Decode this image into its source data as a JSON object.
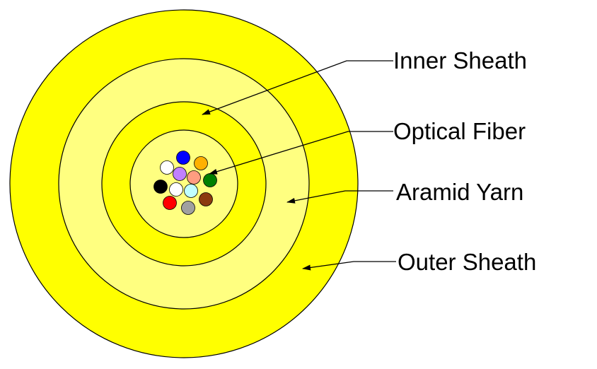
{
  "diagram": {
    "labels": {
      "inner_sheath": "Inner Sheath",
      "optical_fiber": "Optical Fiber",
      "aramid_yarn": "Aramid Yarn",
      "outer_sheath": "Outer Sheath"
    },
    "colors": {
      "outer_sheath": "#ffff00",
      "aramid_yarn": "#ffff80",
      "inner_sheath": "#ffff00",
      "core": "#ffff80",
      "outline": "#000000"
    },
    "fibers": [
      {
        "name": "blue",
        "color": "#0000ff"
      },
      {
        "name": "orange",
        "color": "#ffb000"
      },
      {
        "name": "white",
        "color": "#ffffff"
      },
      {
        "name": "violet",
        "color": "#c080ff"
      },
      {
        "name": "salmon",
        "color": "#ff9d80"
      },
      {
        "name": "green",
        "color": "#008000"
      },
      {
        "name": "black",
        "color": "#000000"
      },
      {
        "name": "white-2",
        "color": "#ffffff"
      },
      {
        "name": "aqua",
        "color": "#c0ffff"
      },
      {
        "name": "brown",
        "color": "#8b3a0f"
      },
      {
        "name": "red",
        "color": "#ff0000"
      },
      {
        "name": "gray",
        "color": "#a0a0a0"
      }
    ]
  }
}
